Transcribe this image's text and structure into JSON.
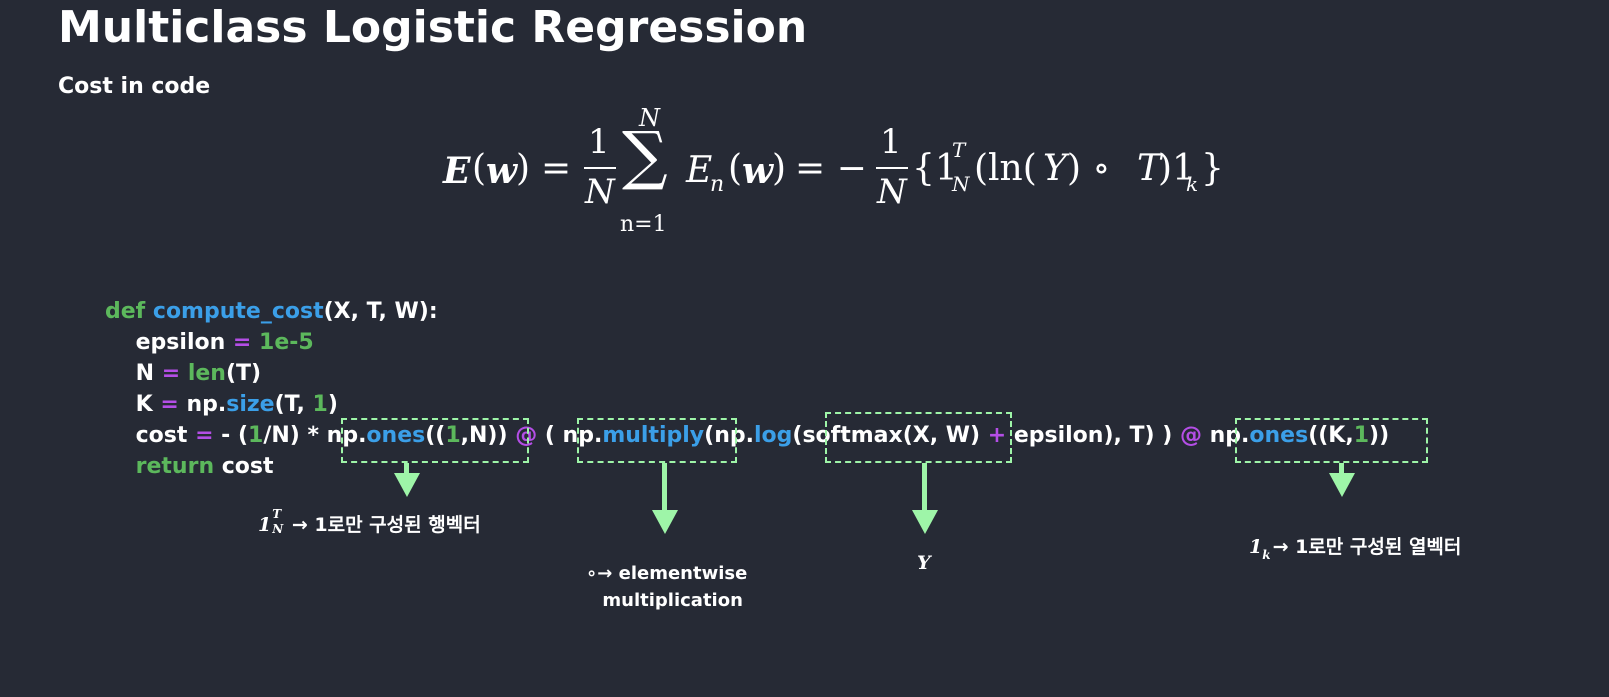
{
  "slide": {
    "title": "Multiclass Logistic Regression",
    "subtitle": "Cost in code"
  },
  "equation": {
    "lhs_E": "E",
    "lhs_arg": "(",
    "lhs_w": "w",
    "lhs_close": ")",
    "eq1": "=",
    "frac1_num": "1",
    "frac1_den": "N",
    "sum_top": "N",
    "sum_sym": "∑",
    "sum_bottom": "n=1",
    "En": "E",
    "En_sub": "n",
    "En_open": "(",
    "En_w": "w",
    "En_close": ")",
    "eq2": "= −",
    "frac2_num": "1",
    "frac2_den": "N",
    "brace_open": "{1",
    "one_sup": "T",
    "one_sub": "N",
    "ln_part": "(ln(",
    "Y": "Y",
    "circ_part": ") ∘ ",
    "T": "T",
    "close_part": ")1",
    "k_sub": "k",
    "brace_close": "}"
  },
  "code": {
    "line1": {
      "kw": "def ",
      "fn": "compute_cost",
      "rest": "(X, T, W):"
    },
    "line2": {
      "a": "    epsilon ",
      "op": "= ",
      "num": "1e-5"
    },
    "line3": {
      "a": "    N ",
      "op": "= ",
      "fn": "len",
      "b": "(T)"
    },
    "line4": {
      "a": "    K ",
      "op": "= ",
      "b": "np.",
      "fn": "size",
      "c": "(T, ",
      "num": "1",
      "d": ")"
    },
    "line5": {
      "a": "    cost ",
      "op1": "= ",
      "b": "- (",
      "num1": "1",
      "c": "/N) * np.",
      "fn1": "ones",
      "d": "((",
      "num2": "1",
      "e": ",N)) ",
      "op2": "@",
      "f": " ( np.",
      "fn2": "multiply",
      "g": "(np.",
      "fn3": "log",
      "h": "(softmax(X, W) ",
      "op3": "+",
      "i": " epsilon), T) ) ",
      "op4": "@",
      "j": " np.",
      "fn4": "ones",
      "k": "((K,",
      "num3": "1",
      "l": "))"
    },
    "line6": {
      "indent": "    ",
      "kw": "return",
      "rest": " cost"
    }
  },
  "annotations": {
    "ones_row": {
      "one": "1",
      "sup": "T",
      "sub": "N",
      "text": " → 1로만 구성된 행벡터"
    },
    "circ": {
      "text1": "∘→ elementwise",
      "text2": "multiplication"
    },
    "Y": {
      "text": "Y"
    },
    "ones_col": {
      "one": "1",
      "sub": "k",
      "text": "→ 1로만 구성된 열벡터"
    }
  },
  "colors": {
    "background": "#262a35",
    "keyword": "#5cb85c",
    "function": "#3b9fe8",
    "operator": "#b44ee6",
    "highlight": "#9ef5a8"
  }
}
